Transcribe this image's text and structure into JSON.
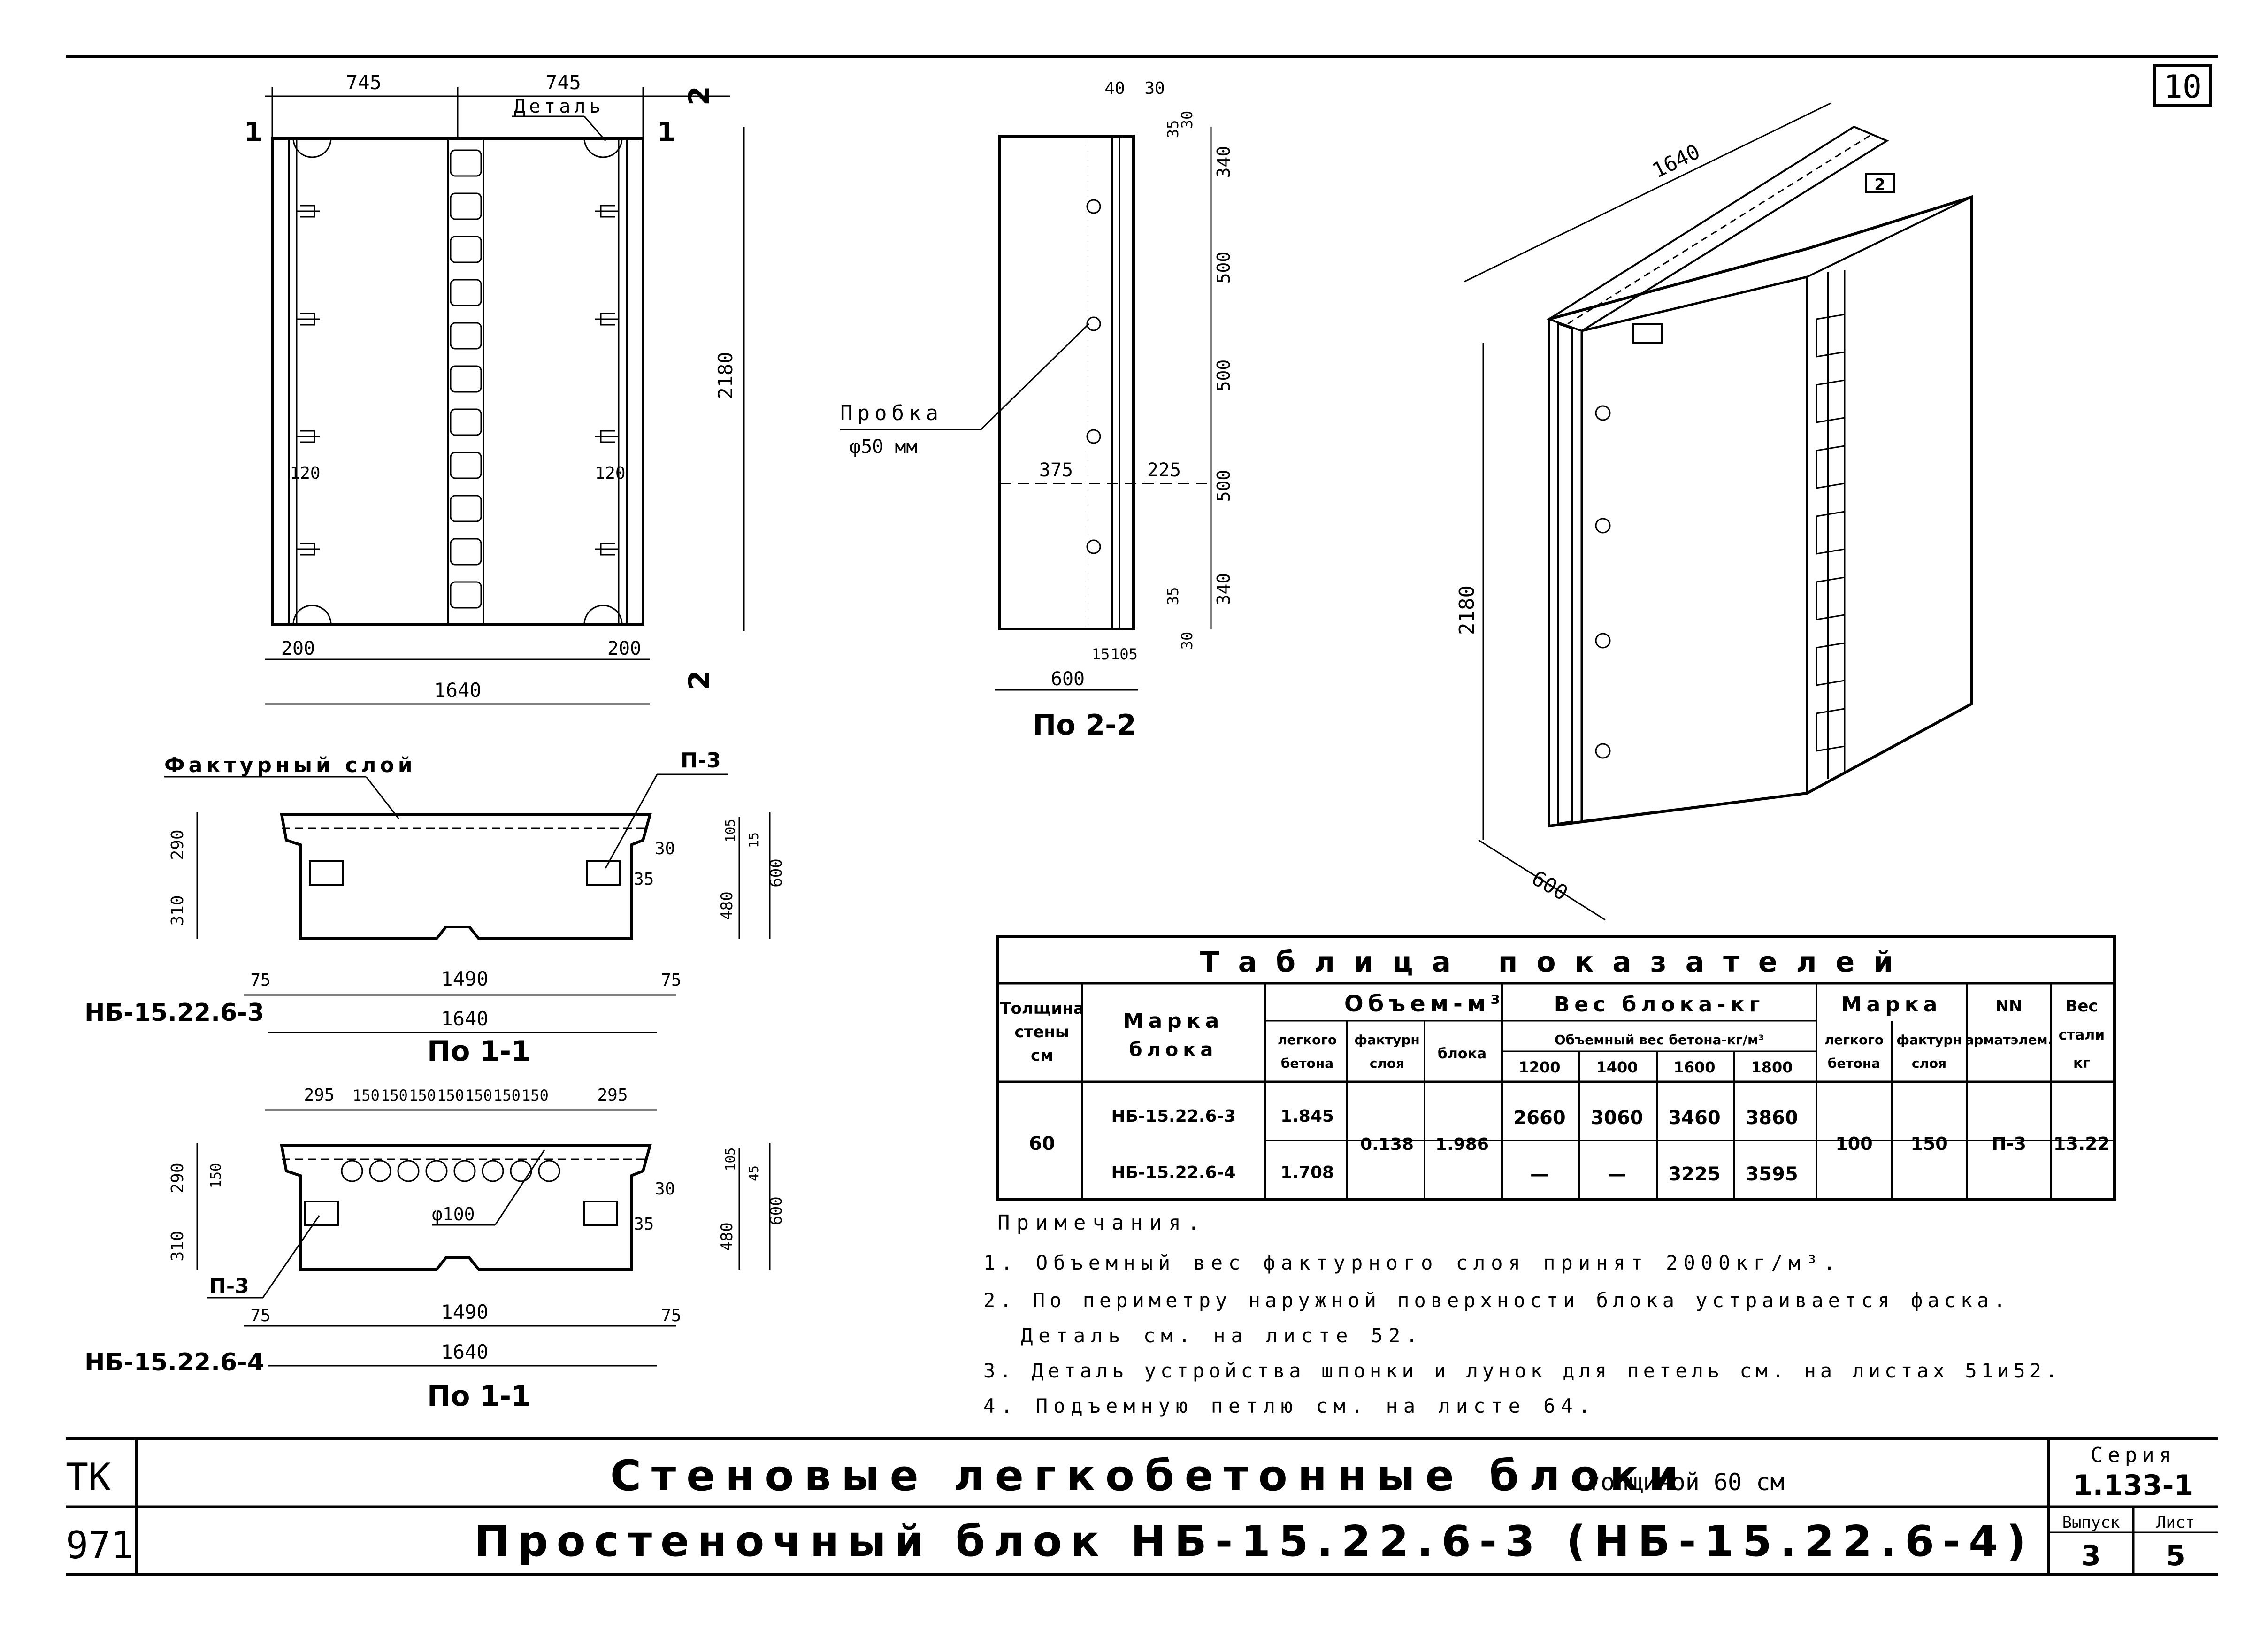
{
  "sheet_number": "10",
  "view_plan": {
    "dims": {
      "left_half": "745",
      "right_half": "745",
      "total": "1640",
      "height": "2180",
      "edge_left": "200",
      "edge_right": "200",
      "insert_left": "120",
      "insert_right": "120"
    },
    "labels": {
      "detail": "Деталь",
      "sec1_left": "1",
      "sec1_right": "1",
      "sec2_top": "2",
      "sec2_bottom": "2"
    }
  },
  "view_section22": {
    "dims": {
      "top_a": "40",
      "top_b": "30",
      "d35_top": "35",
      "d30_top": "30",
      "v1": "340",
      "v2": "500",
      "v3": "500",
      "v4": "500",
      "v5": "340",
      "d35_bot": "35",
      "d30_bot": "30",
      "h375": "375",
      "h225": "225",
      "b15": "15",
      "b105": "105",
      "width": "600"
    },
    "plug_label": "Пробка",
    "plug_size": "φ50 мм",
    "caption": "По 2-2"
  },
  "iso": {
    "len": "1640",
    "height": "2180",
    "depth": "600",
    "mark": "2"
  },
  "section1": {
    "texture_label": "Фактурный слой",
    "loop_label": "П-3",
    "dims": {
      "d290": "290",
      "d310": "310",
      "d480": "480",
      "d600": "600",
      "d105": "105",
      "d15": "15",
      "d30": "30",
      "d35": "35",
      "d75l": "75",
      "d75r": "75",
      "d1490": "1490",
      "d1640": "1640"
    },
    "mark": "НБ-15.22.6-3",
    "caption": "По 1-1"
  },
  "section2": {
    "dims": {
      "t295l": "295",
      "t150": [
        "150",
        "150",
        "150",
        "150",
        "150",
        "150",
        "150"
      ],
      "t295r": "295",
      "d150": "150",
      "d290": "290",
      "d310": "310",
      "d480": "480",
      "d600": "600",
      "d105": "105",
      "d45": "45",
      "d30": "30",
      "d35": "35",
      "d75l": "75",
      "d75r": "75",
      "d1490": "1490",
      "d1640": "1640"
    },
    "hole_label": "φ100",
    "loop_label": "П-3",
    "mark": "НБ-15.22.6-4",
    "caption": "По 1-1"
  },
  "table": {
    "title": "Таблица показателей",
    "headers": {
      "thickness": [
        "Толщина",
        "стены",
        "см"
      ],
      "mark": [
        "Марка",
        "блока"
      ],
      "volume": "Объем-м³",
      "vol_cols": [
        [
          "легкого",
          "бетона"
        ],
        [
          "фактурн",
          "слоя"
        ],
        [
          "блока"
        ]
      ],
      "weight": "Вес блока-кг",
      "weight_sub": "Объемный вес бетона-кг/м³",
      "weight_cols": [
        "1200",
        "1400",
        "1600",
        "1800"
      ],
      "grade": "Марка",
      "grade_cols": [
        [
          "легкого",
          "бетона"
        ],
        [
          "фактурн",
          "слоя"
        ]
      ],
      "rebar": [
        "NN",
        "арматэлем."
      ],
      "steel": [
        "Вес",
        "стали",
        "кг"
      ]
    },
    "thickness": "60",
    "rows": [
      {
        "mark": "НБ-15.22.6-3",
        "vol_light": "1.845",
        "w1200": "2660",
        "w1400": "3060",
        "w1600": "3460",
        "w1800": "3860"
      },
      {
        "mark": "НБ-15.22.6-4",
        "vol_light": "1.708",
        "w1200": "—",
        "w1400": "—",
        "w1600": "3225",
        "w1800": "3595"
      }
    ],
    "vol_texture": "0.138",
    "vol_block": "1.986",
    "grade_light": "100",
    "grade_texture": "150",
    "rebar": "П-3",
    "steel": "13.22"
  },
  "notes": {
    "title": "Примечания.",
    "items": [
      "1. Объемный вес фактурного слоя принят 2000кг/м³.",
      "2. По периметру наружной поверхности блока устраивается фаска.",
      "Деталь см. на листе 52.",
      "3. Деталь устройства шпонки и лунок для петель см. на листах 51и52.",
      "4. Подъемную петлю см. на листе 64."
    ]
  },
  "titleblock": {
    "left_top": "ТК",
    "left_bottom": "971",
    "title1": "Стеновые легкобетонные блоки",
    "title1_small": "толщиной 60 см",
    "title2": "Простеночный блок НБ-15.22.6-3 (НБ-15.22.6-4)",
    "series_label": "Серия",
    "series": "1.133-1",
    "issue_label": "Выпуск",
    "issue": "3",
    "sheet_label": "Лист",
    "sheet": "5"
  }
}
